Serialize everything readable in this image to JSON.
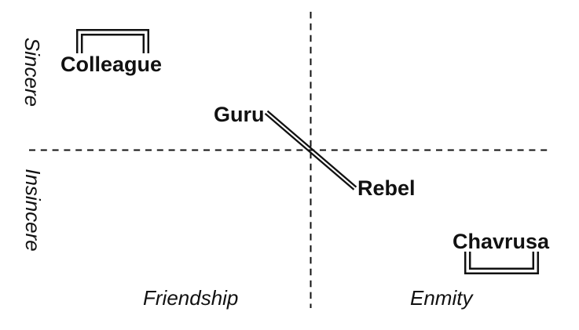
{
  "diagram": {
    "colors": {
      "ink": "#111111",
      "background": "#ffffff"
    },
    "axis_labels": {
      "vertical_top": "Sincere",
      "vertical_bottom": "Insincere",
      "horizontal_left": "Friendship",
      "horizontal_right": "Enmity"
    },
    "nodes": {
      "top_left": "Colleague",
      "center": "Guru",
      "center_right": "Rebel",
      "bottom_right": "Chavrusa"
    },
    "connector": {
      "from": "Guru",
      "to": "Rebel",
      "style": "double-line-diagonal"
    },
    "brackets": [
      {
        "node": "Colleague",
        "position": "above",
        "style": "double-line"
      },
      {
        "node": "Chavrusa",
        "position": "below",
        "style": "double-line"
      }
    ]
  }
}
